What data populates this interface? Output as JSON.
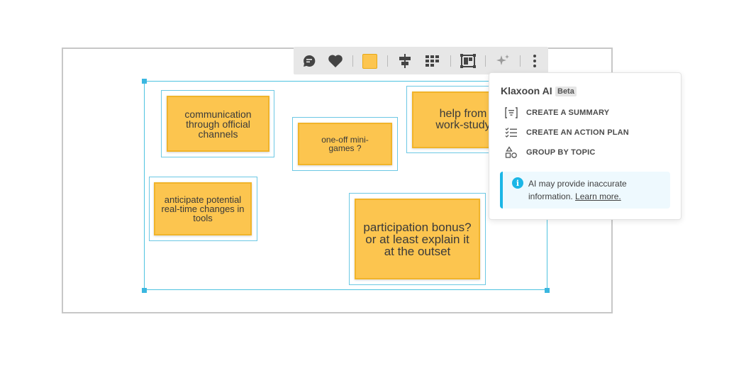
{
  "notes": [
    {
      "text": "communication through official channels"
    },
    {
      "text": "one-off mini-games ?"
    },
    {
      "text": "help from work-study"
    },
    {
      "text": "anticipate potential real-time changes in tools"
    },
    {
      "text": "participation bonus? or at least explain it at the outset"
    }
  ],
  "toolbar": {
    "items": [
      "comment-icon",
      "heart-icon",
      "color-swatch",
      "align-icon",
      "grid-icon",
      "frame-icon",
      "ai-sparkle-icon",
      "more-icon"
    ],
    "swatch_color": "#fcc54f"
  },
  "ai_panel": {
    "title": "Klaxoon AI",
    "badge": "Beta",
    "items": [
      {
        "label": "CREATE A SUMMARY",
        "icon": "summary-icon"
      },
      {
        "label": "CREATE AN ACTION PLAN",
        "icon": "checklist-icon"
      },
      {
        "label": "GROUP BY TOPIC",
        "icon": "shapes-icon"
      }
    ],
    "info_text": "AI may provide inaccurate information.",
    "info_link": "Learn more."
  },
  "colors": {
    "note": "#fcc54f",
    "selection": "#4ec3e0",
    "info_accent": "#1bb6e6"
  }
}
